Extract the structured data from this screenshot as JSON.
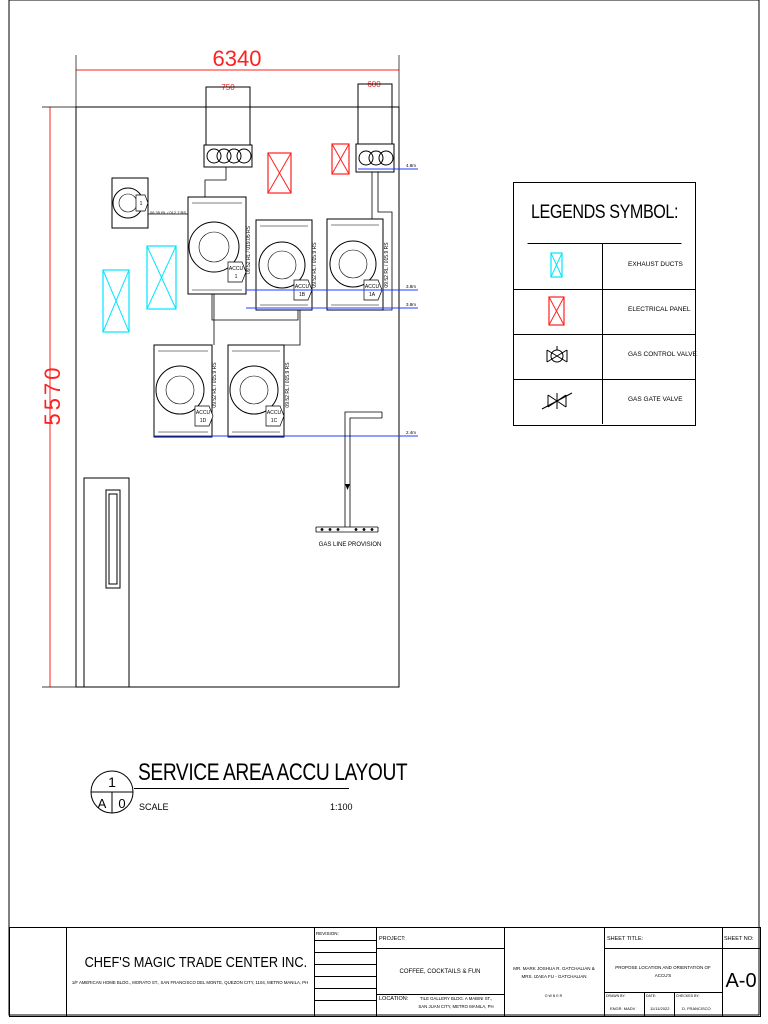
{
  "plan": {
    "overall_width": "6340",
    "overall_height": "5570",
    "exhaust_left_width": "750",
    "exhaust_right_width": "600",
    "gas_line_label": "GAS LINE PROVISION",
    "accu_units": [
      {
        "tag": "ACCU",
        "id": "1A"
      },
      {
        "tag": "ACCU",
        "id": "1B"
      },
      {
        "tag": "ACCU",
        "id": "1C"
      },
      {
        "tag": "ACCU",
        "id": "1D"
      },
      {
        "tag": "ACCU",
        "id": "1"
      }
    ],
    "pipe_labels": [
      "09.52 RL / 015.9 RS",
      "09.52 RL / 019.05 RS",
      "09.52 RL / 015.9 RS",
      "09.52 RL / 015.9 RS",
      "09.52 RL / 015.9 RS",
      "06.35 RL / 012.7 RS"
    ],
    "elevation_labels": [
      "4.8m",
      "3.8m",
      "3.8m",
      "2.4m"
    ]
  },
  "legend": {
    "title": "LEGENDS SYMBOL:",
    "items": [
      {
        "label": "EXHAUST DUCTS",
        "symbol": "exhaust-duct-icon",
        "color": "#00e5ff"
      },
      {
        "label": "ELECTRICAL PANEL",
        "symbol": "electrical-panel-icon",
        "color": "#ff2a2a"
      },
      {
        "label": "GAS CONTROL VALVE",
        "symbol": "gas-control-valve-icon",
        "color": "#000000"
      },
      {
        "label": "GAS GATE VALVE",
        "symbol": "gas-gate-valve-icon",
        "color": "#000000"
      }
    ]
  },
  "drawing": {
    "number": "1",
    "sheet_ref": "A",
    "sheet_num": "0",
    "title": "SERVICE AREA ACCU LAYOUT",
    "scale_label": "SCALE",
    "scale_value": "1:100"
  },
  "title_block": {
    "company": "CHEF'S MAGIC TRADE CENTER INC.",
    "address": "1/F AMERICAN HOME BLDG., MORATO ST., SAN FRANCISCO DEL MONTE, QUEZON CITY, 1104, METRO MANILA, PH",
    "revision_label": "REVISION:",
    "project_label": "PROJECT:",
    "project": "COFFEE, COCKTAILS & FUN",
    "location_label": "LOCATION:",
    "location_line1": "TILE GALLERY BLDG. A MABINI ST.,",
    "location_line2": "SAN JUAN CITY, METRO MANILA, PH",
    "owner_line1": "MR. MARK JOSHUA R. GATCHALIAN &",
    "owner_line2": "MRS. IZAEA FU - GATCHALIAN",
    "owner_label": "OWNER",
    "sheet_title_label": "SHEET TITLE:",
    "sheet_title_line1": "PROPOSE LOCATION AND ORIENTATION OF",
    "sheet_title_line2": "ACCU'S",
    "drawn_label": "DRAWN BY:",
    "drawn_by": "ENGR. MADV",
    "date_label": "DATE:",
    "date": "11/11/2022",
    "checked_label": "CHECKED BY:",
    "checked_by": "D. FRANCISCO",
    "sheet_no_label": "SHEET NO:",
    "sheet_no": "A-0"
  }
}
